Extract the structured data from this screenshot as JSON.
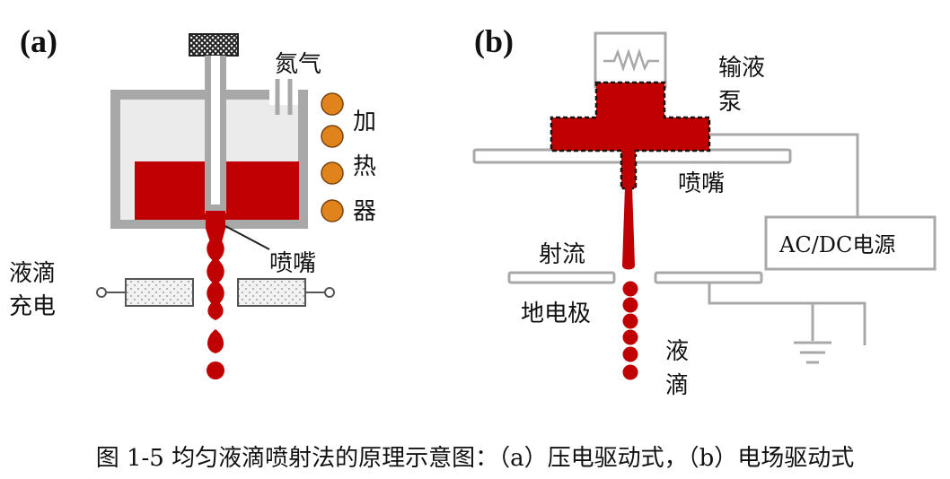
{
  "colors": {
    "liquid": "#c00000",
    "frame": "#a8a8a8",
    "bead": "#e0831a"
  },
  "panel_a": {
    "label": "(a)",
    "nitrogen": "氮气",
    "heater": [
      "加",
      "热",
      "器"
    ],
    "nozzle": "喷嘴",
    "charge": [
      "液滴",
      "充电"
    ]
  },
  "panel_b": {
    "label": "(b)",
    "pump": [
      "输液",
      "泵"
    ],
    "nozzle": "喷嘴",
    "power": "AC/DC电源",
    "jet": "射流",
    "ground_electrode": "地电极",
    "droplet": [
      "液",
      "滴"
    ]
  },
  "caption": "图 1-5 均匀液滴喷射法的原理示意图：（a）压电驱动式，（b）电场驱动式"
}
